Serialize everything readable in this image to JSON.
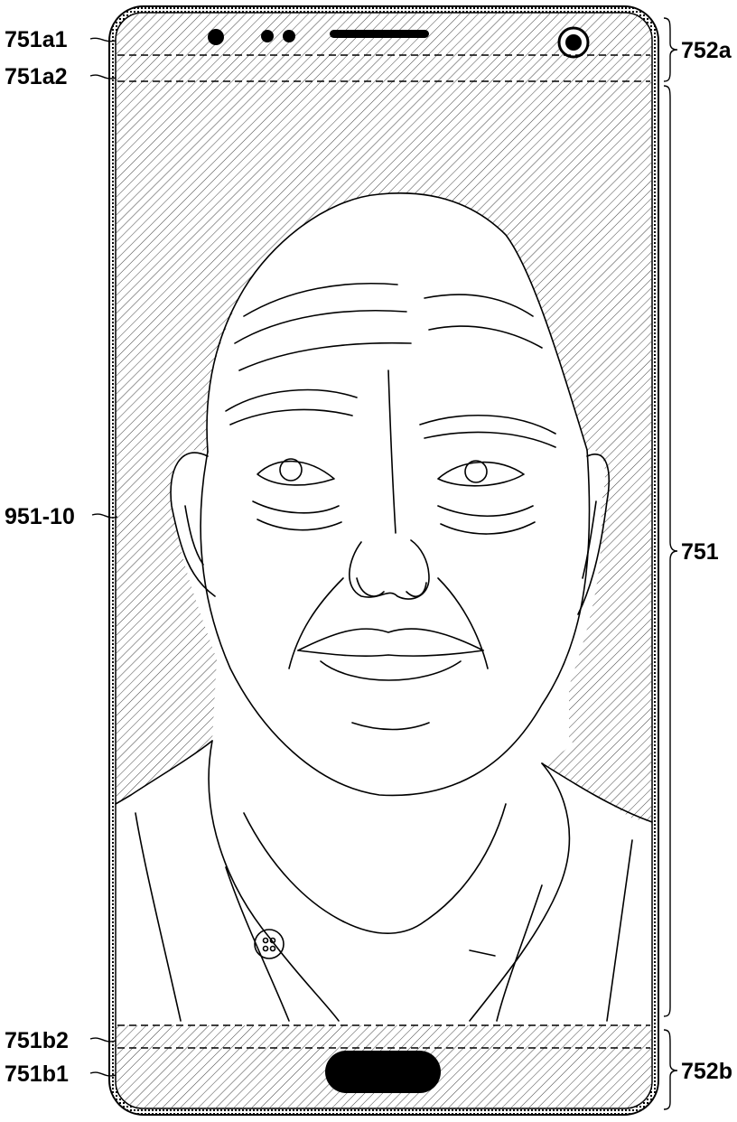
{
  "labels": {
    "top_bezel_upper": "751a1",
    "top_bezel_lower": "751a2",
    "image": "951-10",
    "bottom_bezel_upper": "751b2",
    "bottom_bezel_lower": "751b1",
    "top_region": "752a",
    "display_region": "751",
    "bottom_region": "752b"
  }
}
